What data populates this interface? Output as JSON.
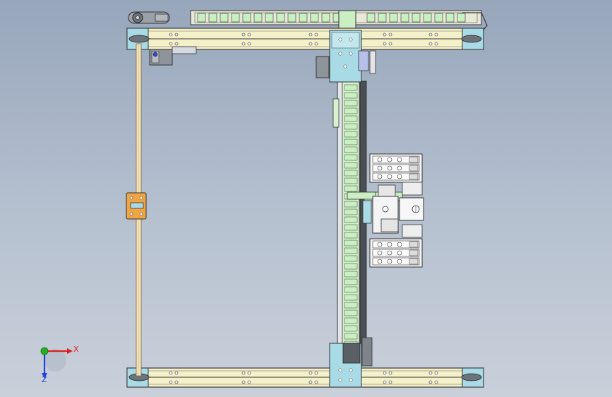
{
  "viewport": {
    "background_top": "#97a6bb",
    "background_bottom": "#c9d0da"
  },
  "colors": {
    "rail": "#f4f0c8",
    "rail_outline": "#3a3a3a",
    "chain_link": "#c8f0c0",
    "plate_cyan": "#a9dbe6",
    "plate_green": "#cbeec3",
    "belt": "#f6e2b8",
    "clamp_orange": "#f0a442",
    "motor_gray": "#8e949a",
    "gripper_white": "#f7f7f7",
    "axis_x": "#e02020",
    "axis_y": "#20b020",
    "axis_z": "#2040e0"
  },
  "triad": {
    "x_label": "X",
    "z_label": "Z",
    "x_icon": "axis-arrow-x",
    "y_icon": "axis-dot-y",
    "z_icon": "axis-arrow-z"
  }
}
